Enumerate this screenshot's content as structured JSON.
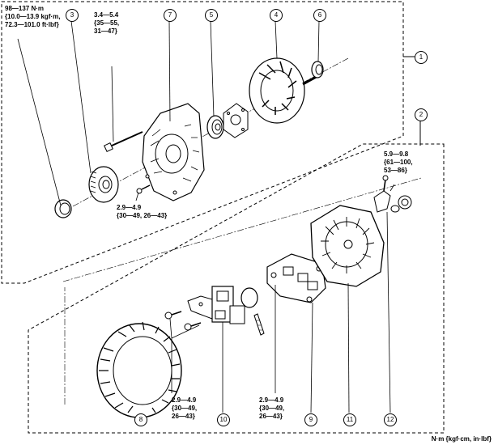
{
  "torque_specs": {
    "pulley_nut": "98—137 N·m\n{10.0—13.9 kgf·m,\n72.3—101.0 ft·lbf}",
    "through_bolt": "3.4—5.4\n{35—55,\n31—47}",
    "front_screw": "2.9—4.9\n{30—49, 26—43}",
    "terminal_nut": "5.9—9.8\n{61—100,\n53—86}",
    "bracket_screws": "2.9—4.9\n{30—49,\n26—43}",
    "rectifier_screws": "2.9—4.9\n{30—49,\n26—43}"
  },
  "callouts": {
    "c1": "1",
    "c2": "2",
    "c3": "3",
    "c4": "4",
    "c5": "5",
    "c6": "6",
    "c7": "7",
    "c8": "8",
    "c9": "9",
    "c10": "10",
    "c11": "11",
    "c12": "12"
  },
  "units_legend": "N·m {kgf·cm, in·lbf}"
}
